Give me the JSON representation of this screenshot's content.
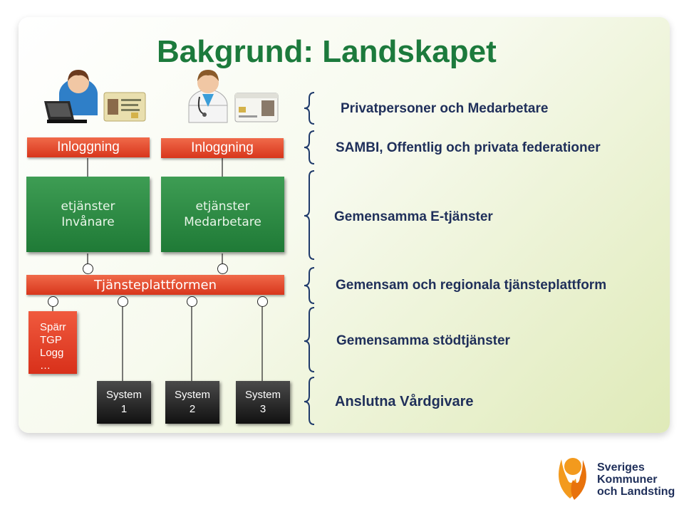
{
  "title": "Bakgrund: Landskapet",
  "login_buttons": [
    "Inloggning",
    "Inloggning"
  ],
  "services": [
    {
      "line1": "etjänster",
      "line2": "Invånare"
    },
    {
      "line1": "etjänster",
      "line2": "Medarbetare"
    }
  ],
  "platform_label": "Tjänsteplattformen",
  "support": {
    "line1": "Spärr",
    "line2": "TGP",
    "line3": "Logg",
    "line4": "…"
  },
  "systems": [
    {
      "line1": "System",
      "line2": "1"
    },
    {
      "line1": "System",
      "line2": "2"
    },
    {
      "line1": "System",
      "line2": "3"
    }
  ],
  "layers": [
    "Privatpersoner och Medarbetare",
    "SAMBI, Offentlig och privata federationer",
    "Gemensamma E-tjänster",
    "Gemensam och regionala tjänsteplattform",
    "Gemensamma stödtjänster",
    "Anslutna Vårdgivare"
  ],
  "logo": {
    "line1": "Sveriges",
    "line2": "Kommuner",
    "line3": "och Landsting"
  },
  "colors": {
    "title": "#1c7a3c",
    "login_red": "#e24a2e",
    "service_green": "#2a8a42",
    "label_navy": "#1f2f5a",
    "logo_orange": "#f39a1d"
  }
}
